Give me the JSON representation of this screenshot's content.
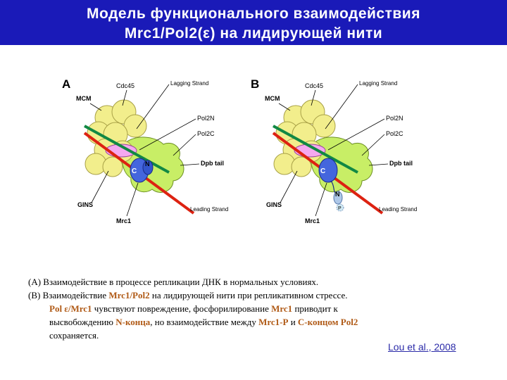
{
  "title": {
    "line1": "Модель функционального взаимодействия",
    "line2": "Mrc1/Pol2(ε) на лидирующей нити"
  },
  "panels": [
    {
      "letter": "A",
      "labels": {
        "cdc45": "Cdc45",
        "mcm": "MCM",
        "lagging": "Lagging Strand",
        "pol2n": "Pol2N",
        "pol2c": "Pol2C",
        "dpb": "Dpb tail",
        "gins": "GINS",
        "leading": "Leading Strand",
        "mrc1": "Mrc1",
        "c": "C",
        "n": "N"
      }
    },
    {
      "letter": "B",
      "labels": {
        "cdc45": "Cdc45",
        "mcm": "MCM",
        "lagging": "Lagging Strand",
        "pol2n": "Pol2N",
        "pol2c": "Pol2C",
        "dpb": "Dpb tail",
        "gins": "GINS",
        "leading": "Leading Strand",
        "mrc1": "Mrc1",
        "c": "C",
        "n": "N",
        "p": "P"
      }
    }
  ],
  "caption": {
    "line_a": "(A) Взаимодействие в процессе репликации ДНК в нормальных условиях.",
    "line_b1": "(B) Взаимодействие ",
    "line_b_hl1": "Mrc1/Pol2",
    "line_b2": " на лидирующей нити при репликативном стрессе.",
    "line_c_hl1": "Pol ε/Mrc1",
    "line_c1": " чувствуют повреждение, фосфорилирование ",
    "line_c_hl2": "Mrc1",
    "line_c2": " приводит к",
    "line_d1": "высвобождению ",
    "line_d_hl1": "N-конца",
    "line_d2": ", но взаимодействие между ",
    "line_d_hl2": "Mrc1-P",
    "line_d3": " и ",
    "line_d_hl3": "C-концом Pol2",
    "line_e": "сохраняется."
  },
  "citation": "Lou et al., 2008",
  "colors": {
    "title_bg": "#1a1ab8",
    "title_text": "#ffffff",
    "mcm_yellow": "#f2ee8c",
    "pol2_green": "#c8ee66",
    "cdc45_pink": "#f5a8f0",
    "mrc1_blue": "#4466dd",
    "leading_red": "#dd2211",
    "lagging_green": "#118844",
    "highlight": "#b05a16",
    "link": "#2a2aa8"
  }
}
